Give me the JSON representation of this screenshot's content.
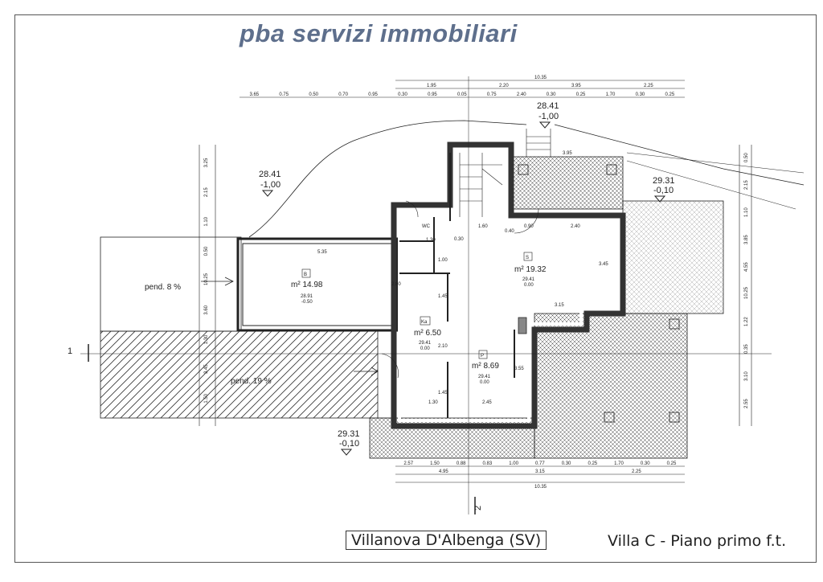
{
  "header": {
    "title": "pba servizi immobiliari"
  },
  "footer": {
    "location": "Villanova D'Albenga (SV)",
    "sheet": "Villa C - Piano primo f.t."
  },
  "rooms": [
    {
      "code": "B",
      "area": "m² 14.98",
      "level": "28.91",
      "offset": "-0.50"
    },
    {
      "code": "S",
      "area": "m² 19.32",
      "level": "29.41",
      "offset": "0.00"
    },
    {
      "code": "Ka",
      "area": "m² 6.50",
      "level": "29.41",
      "offset": "0.00"
    },
    {
      "code": "P",
      "area": "m² 8.69",
      "level": "29.41",
      "offset": "0.00"
    },
    {
      "code": "WC"
    }
  ],
  "levels": [
    {
      "elev": "28.41",
      "rel": "-1,00"
    },
    {
      "elev": "28.41",
      "rel": "-1,00"
    },
    {
      "elev": "29.31",
      "rel": "-0,10"
    },
    {
      "elev": "29.31",
      "rel": "-0,10"
    }
  ],
  "slopes": [
    "pend. 8 %",
    "pend. 19 %"
  ],
  "sections": [
    "1",
    "2"
  ],
  "dims": {
    "top_total": "10.35",
    "top_row2": [
      "1.95",
      "2.20",
      "3.95",
      "2.25"
    ],
    "top_row3": [
      "3.65",
      "0.75",
      "0.50",
      "0.70",
      "0.95",
      "0.30",
      "0.95",
      "0.05",
      "0.75",
      "2.40",
      "0.30",
      "0.25",
      "1.70",
      "0.30",
      "0.25"
    ],
    "bottom_row1": [
      "2.57",
      "1.50",
      "0.88",
      "0.83",
      "1.00",
      "0.77",
      "0.30",
      "0.25",
      "1.70",
      "0.30",
      "0.25"
    ],
    "bottom_row2": [
      "4.95",
      "3.15",
      "2.25"
    ],
    "bottom_total": "10.35",
    "inner": [
      "5.35",
      "2.80",
      "1.60",
      "0.40",
      "0.90",
      "2.40",
      "3.45",
      "3.15",
      "1.30",
      "0.30",
      "1.00",
      "1.45",
      "2.10",
      "3.55",
      "1.45",
      "1.30",
      "2.45",
      "3.95"
    ],
    "left": [
      "3.25",
      "2.15",
      "1.10",
      "0.50",
      "10.25",
      "3.60",
      "1.30",
      "3.45",
      "1.50"
    ],
    "right": [
      "0.50",
      "2.15",
      "1.10",
      "3.85",
      "4.55",
      "10.25",
      "1.22",
      "0.35",
      "3.10",
      "2.55"
    ]
  }
}
